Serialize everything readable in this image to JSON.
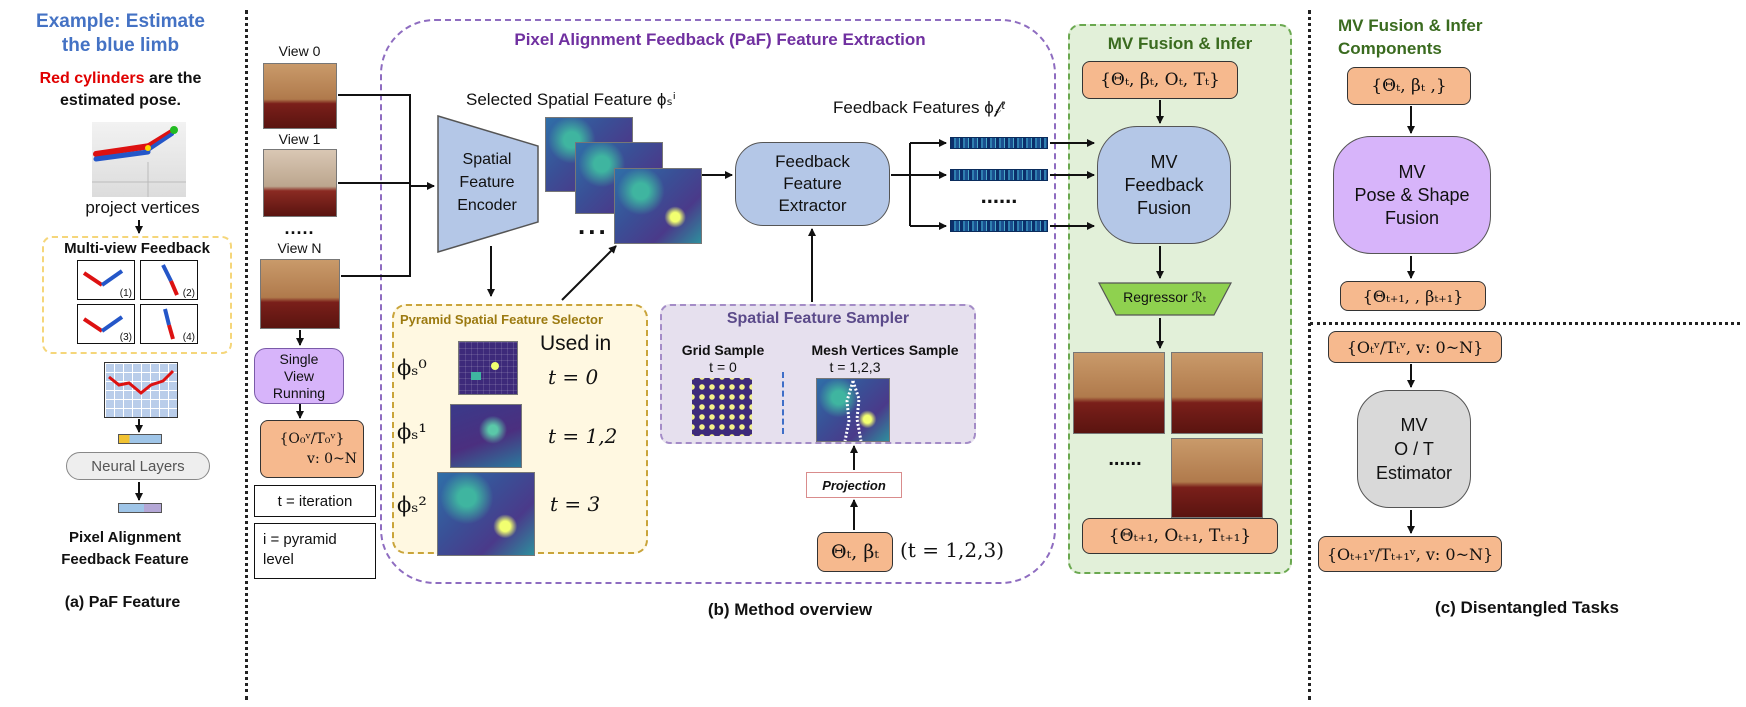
{
  "panel_a": {
    "example_line1": "Example: Estimate",
    "example_line2": "the blue limb",
    "red_line1_red": "Red cylinders",
    "red_line1_rest": " are the",
    "red_line2": "estimated pose.",
    "project_vertices": "project vertices",
    "multiview_title": "Multi-view Feedback",
    "sub_labels": [
      "(1)",
      "(2)",
      "(3)",
      "(4)"
    ],
    "neural_layers": "Neural Layers",
    "paf_caption_line1": "Pixel Alignment",
    "paf_caption_line2": "Feedback Feature",
    "caption": "(a) PaF Feature"
  },
  "panel_b": {
    "views": [
      "View 0",
      "View 1",
      "View N"
    ],
    "view_dots": ".....",
    "single_view": [
      "Single",
      "View",
      "Running"
    ],
    "ot0_line1": "{O₀ᵛ/T₀ᵛ}",
    "ot0_line2": "v: 0~N",
    "legend_t": "t = iteration",
    "legend_i_line1": "i = pyramid",
    "legend_i_line2": "level",
    "paf_title": "Pixel Alignment Feedback (PaF) Feature Extraction",
    "encoder": [
      "Spatial",
      "Feature",
      "Encoder"
    ],
    "selected_feature": "Selected Spatial Feature ϕₛⁱ",
    "feature_dots": "...",
    "feedback_extractor": [
      "Feedback",
      "Feature",
      "Extractor"
    ],
    "feedback_features": "Feedback Features ϕ𝒻ᵗ",
    "strip_dots": "......",
    "pyramid_title": "Pyramid Spatial Feature Selector",
    "used_in": "Used in",
    "phi_labels": [
      "ϕₛ⁰",
      "ϕₛ¹",
      "ϕₛ²"
    ],
    "t_labels": [
      "t = 0",
      "t = 1,2",
      "t = 3"
    ],
    "sampler_title": "Spatial Feature Sampler",
    "grid_sample": "Grid Sample",
    "grid_t": "t = 0",
    "mesh_sample": "Mesh Vertices Sample",
    "mesh_t": "t = 1,2,3",
    "projection": "Projection",
    "theta_beta": "Θₜ, βₜ",
    "theta_t": "(t = 1,2,3)",
    "caption": "(b) Method overview"
  },
  "mv_fusion": {
    "title": "MV Fusion & Infer",
    "input": "{Θₜ, βₜ, Oₜ, Tₜ}",
    "fusion": [
      "MV",
      "Feedback",
      "Fusion"
    ],
    "regressor": "Regressor ℛₜ",
    "dots": "......",
    "output": "{Θₜ₊₁, Oₜ₊₁, Tₜ₊₁}"
  },
  "panel_c": {
    "title_line1": "MV Fusion & Infer",
    "title_line2": "Components",
    "input1": "{Θₜ, βₜ ,}",
    "fusion": [
      "MV",
      "Pose & Shape",
      "Fusion"
    ],
    "output1": "{Θₜ₊₁, , βₜ₊₁}",
    "input2": "{Oₜᵛ/Tₜᵛ, v: 0~N}",
    "estimator": [
      "MV",
      "O / T",
      "Estimator"
    ],
    "output2": "{Oₜ₊₁ᵛ/Tₜ₊₁ᵛ, v: 0~N}",
    "caption": "(c) Disentangled Tasks"
  },
  "colors": {
    "blue_title": "#4472c4",
    "red_text": "#e00000",
    "purple_title": "#7030a0",
    "green_title": "#3a6b1f",
    "node_blue": "#b4c7e7",
    "node_purple": "#d7b4fa",
    "node_orange": "#f6b98e",
    "node_gray": "#d9d9d9",
    "regressor_green": "#8fd14f"
  }
}
